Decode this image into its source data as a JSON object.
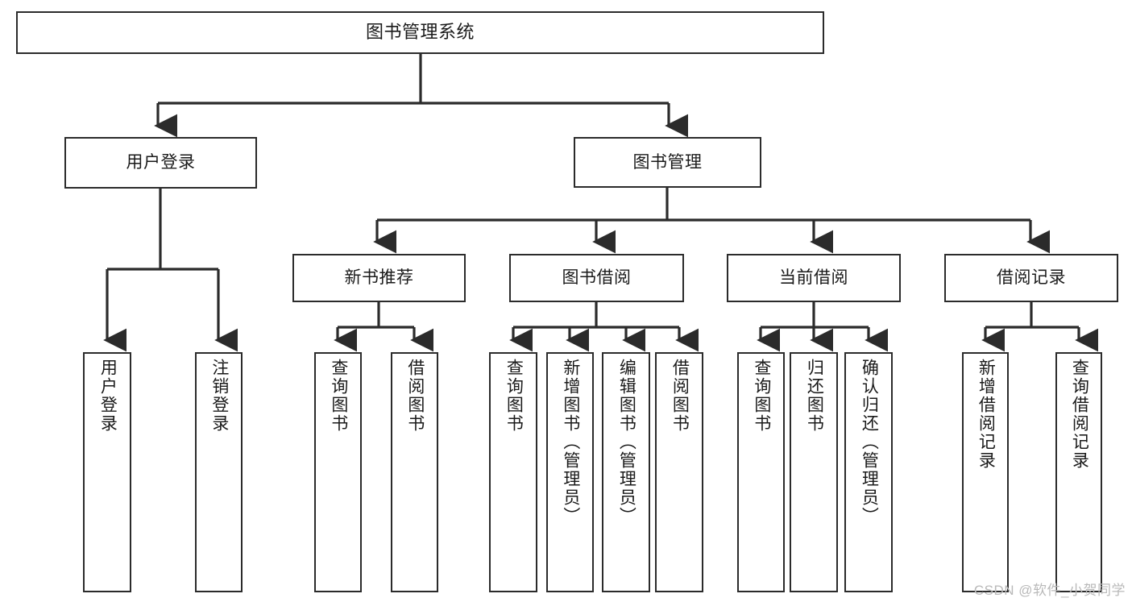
{
  "diagram": {
    "title": "图书管理系统",
    "type": "tree-hierarchy-diagram",
    "colors": {
      "box_border": "#2b2b2b",
      "box_fill": "#ffffff",
      "connector": "#2b2b2b",
      "watermark": "#b9b9b9"
    },
    "root": {
      "label": "图书管理系统"
    },
    "level1": [
      {
        "label": "用户登录"
      },
      {
        "label": "图书管理"
      }
    ],
    "level2": [
      {
        "label": "新书推荐"
      },
      {
        "label": "图书借阅"
      },
      {
        "label": "当前借阅"
      },
      {
        "label": "借阅记录"
      }
    ],
    "leaves": {
      "user_login": [
        {
          "label": "用户登录"
        },
        {
          "label": "注销登录"
        }
      ],
      "new_book_recommend": [
        {
          "label": "查询图书"
        },
        {
          "label": "借阅图书"
        }
      ],
      "book_borrow": [
        {
          "label": "查询图书"
        },
        {
          "label": "新增图书（管理员）"
        },
        {
          "label": "编辑图书（管理员）"
        },
        {
          "label": "借阅图书"
        }
      ],
      "current_borrow": [
        {
          "label": "查询图书"
        },
        {
          "label": "归还图书"
        },
        {
          "label": "确认归还（管理员）"
        }
      ],
      "borrow_record": [
        {
          "label": "新增借阅记录"
        },
        {
          "label": "查询借阅记录"
        }
      ]
    },
    "watermark": "CSDN @软件_小贺同学"
  }
}
